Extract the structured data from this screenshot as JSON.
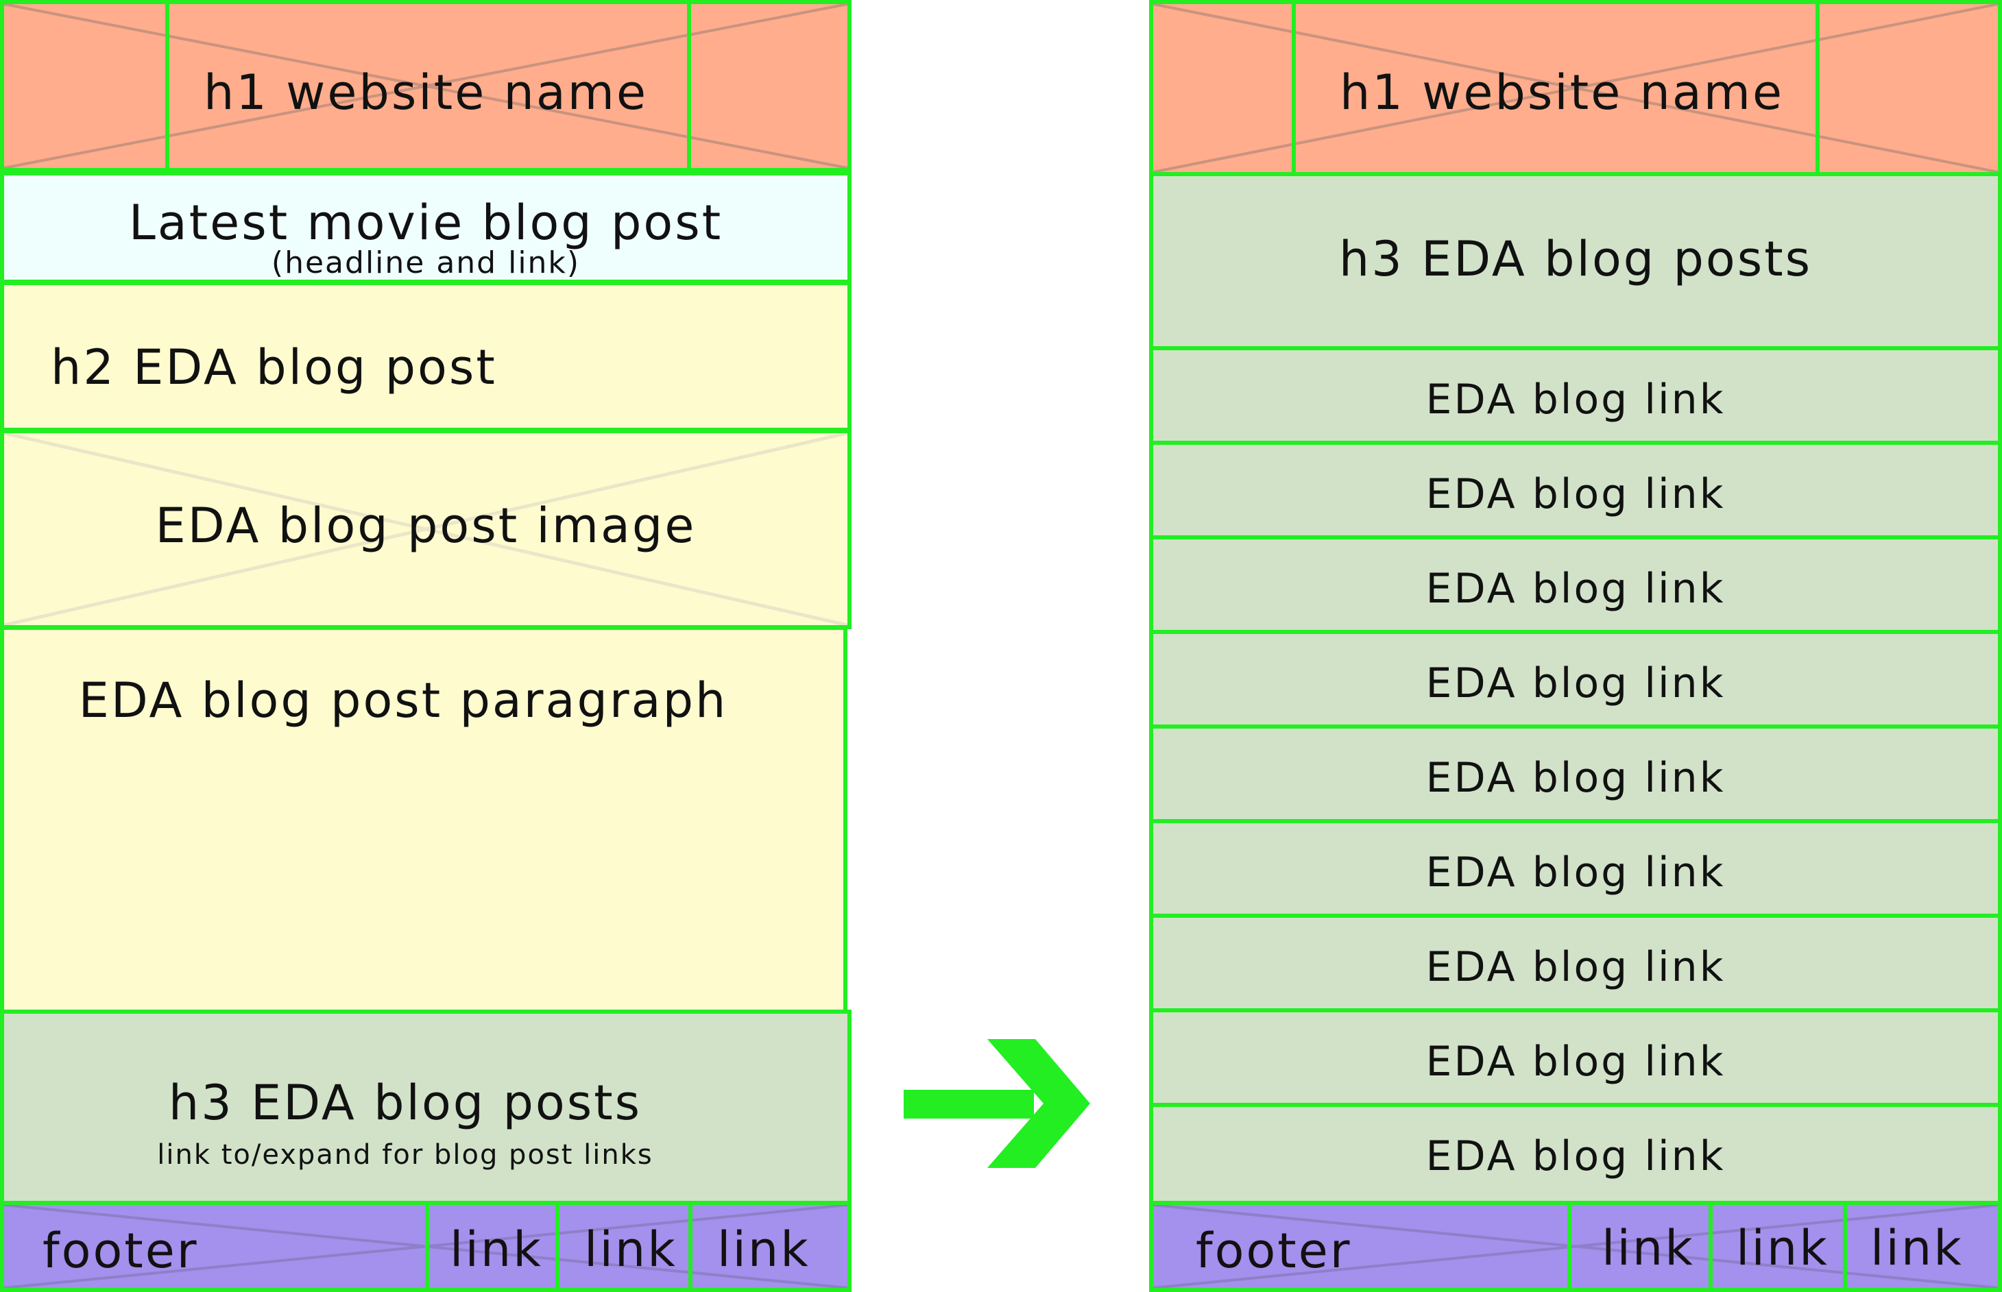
{
  "diagram": {
    "before": {
      "header": {
        "title": "h1 website name"
      },
      "latest_post": {
        "title": "Latest movie blog post",
        "subtitle": "(headline and link)"
      },
      "blog_post": {
        "heading": "h2 EDA blog post",
        "image": "EDA blog post image",
        "paragraph": "EDA blog post paragraph"
      },
      "blog_list": {
        "heading": "h3 EDA blog posts",
        "note": "link to/expand for blog post links"
      },
      "footer": {
        "label": "footer",
        "links": [
          "link",
          "link",
          "link"
        ]
      }
    },
    "after": {
      "header": {
        "title": "h1 website name"
      },
      "blog_list": {
        "heading": "h3 EDA blog posts",
        "links": [
          "EDA blog link",
          "EDA blog link",
          "EDA blog link",
          "EDA blog link",
          "EDA blog link",
          "EDA blog link",
          "EDA blog link",
          "EDA blog link",
          "EDA blog link"
        ]
      },
      "footer": {
        "label": "footer",
        "links": [
          "link",
          "link",
          "link"
        ]
      }
    },
    "colors": {
      "border": "#22ee22",
      "arrow": "#22ee22",
      "header": "#ffad8c",
      "latest": "#effffe",
      "post": "#fefbcf",
      "list": "#d1e2c9",
      "footer": "#a490ed"
    },
    "icons": {
      "transition": "arrow-right-icon",
      "placeholder": "image-placeholder-cross-icon"
    }
  }
}
